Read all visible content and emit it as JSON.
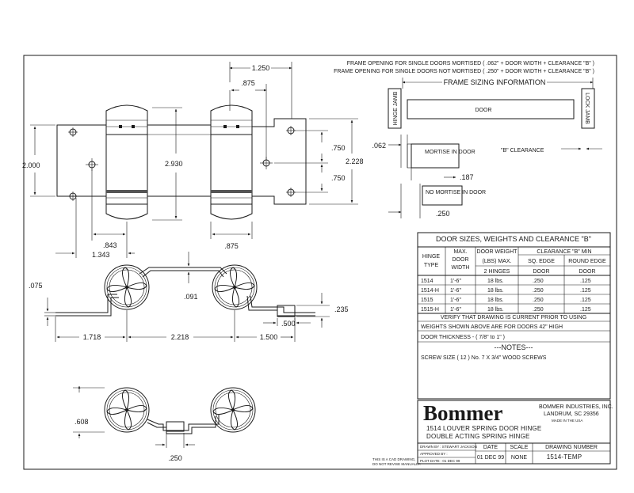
{
  "notes_top": {
    "line1": "FRAME OPENING FOR SINGLE DOORS MORTISED ( .062\" + DOOR WIDTH + CLEARANCE \"B\" )",
    "line2": "FRAME OPENING FOR SINGLE DOORS NOT MORTISED ( .250\" + DOOR WIDTH + CLEARANCE \"B\" )"
  },
  "frame_sizing": {
    "title": "FRAME SIZING INFORMATION",
    "hinge_jamb": "HINGE JAMB",
    "lock_jamb": "LOCK JAMB",
    "door": "DOOR",
    "clearance": "\"B\"  CLEARANCE",
    "mortise": "MORTISE IN DOOR",
    "no_mortise": "NO MORTISE IN DOOR",
    "dim_062": ".062",
    "dim_187": ".187",
    "dim_250": ".250"
  },
  "dimensions": {
    "top_view": {
      "d1250": "1.250",
      "d875_top": ".875",
      "d2000": "2.000",
      "d2930": "2.930",
      "d750a": ".750",
      "d750b": ".750",
      "d2228": "2.228",
      "d843": ".843",
      "d1343": "1.343",
      "d875_bottom": ".875"
    },
    "side_view": {
      "d075": ".075",
      "d091": ".091",
      "d235": ".235",
      "d500": ".500",
      "d1718": "1.718",
      "d2218": "2.218",
      "d1500": "1.500"
    },
    "bottom_view": {
      "d608": ".608",
      "d250": ".250"
    }
  },
  "table": {
    "title": "DOOR SIZES, WEIGHTS AND CLEARANCE \"B\"",
    "headers": {
      "hinge_type": [
        "HINGE",
        "TYPE"
      ],
      "max_door_width": [
        "MAX.",
        "DOOR",
        "WIDTH"
      ],
      "door_weight": [
        "DOOR WEIGHT",
        "(LBS) MAX.",
        "2 HINGES"
      ],
      "clearance": "CLEARANCE \"B\" MIN",
      "sq_edge": [
        "SQ. EDGE",
        "DOOR"
      ],
      "round_edge": [
        "ROUND EDGE",
        "DOOR"
      ]
    },
    "rows": [
      [
        "1514",
        "1'-6\"",
        "18 lbs.",
        ".250",
        ".125"
      ],
      [
        "1514-H",
        "1'-6\"",
        "18 lbs.",
        ".250",
        ".125"
      ],
      [
        "1515",
        "1'-6\"",
        "18 lbs.",
        ".250",
        ".125"
      ],
      [
        "1515-H",
        "1'-6\"",
        "18 lbs.",
        ".250",
        ".125"
      ]
    ],
    "verify": "VERIFY THAT DRAWING IS CURRENT PRIOR TO USING",
    "weights_note": "WEIGHTS SHOWN ABOVE ARE FOR DOORS 42\" HIGH",
    "thickness": "DOOR THICKNESS - ( 7/8\"  to 1\" )",
    "notes_title": "---NOTES---",
    "screw": "SCREW SIZE ( 12 )  No. 7 X 3/4\" WOOD SCREWS"
  },
  "title_block": {
    "company_logo": "Bommer",
    "company": "BOMMER INDUSTRIES, INC.",
    "city": "LANDRUM, SC 29356",
    "made_in": "MADE IN THE USA",
    "desc1": "1514 LOUVER SPRING DOOR HINGE",
    "desc2": "DOUBLE ACTING SPRING HINGE",
    "drawn_by": "DRAWN BY  :  STEWART JACKSON",
    "approved_by": "APPROVED BY :",
    "plot_date": "PLOT DATE   :  01 DEC 99",
    "date_label": "DATE",
    "date_value": "01 DEC 99",
    "scale_label": "SCALE",
    "scale_value": "NONE",
    "drawing_number_label": "DRAWING NUMBER",
    "drawing_number": "1514-TEMP",
    "cad_note1": "THIS IS A CAD DRAWING,",
    "cad_note2": "DO NOT REVISE MANUALLY."
  }
}
